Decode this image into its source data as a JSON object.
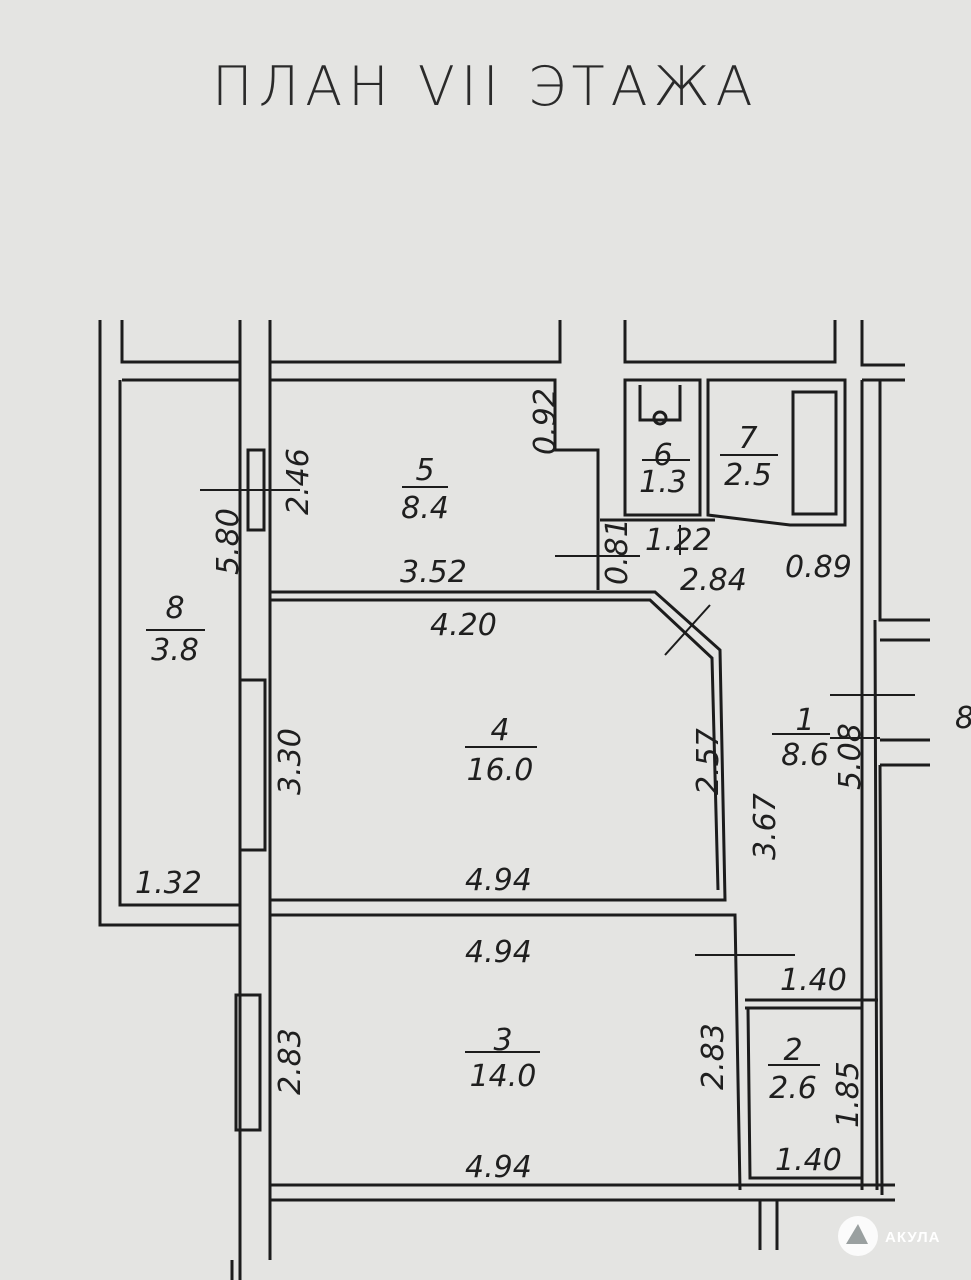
{
  "title": "ПЛАН VII ЭТАЖА",
  "rooms": [
    {
      "number": "1",
      "area": "8.6"
    },
    {
      "number": "2",
      "area": "2.6"
    },
    {
      "number": "3",
      "area": "14.0"
    },
    {
      "number": "4",
      "area": "16.0"
    },
    {
      "number": "5",
      "area": "8.4"
    },
    {
      "number": "6",
      "area": "1.3"
    },
    {
      "number": "7",
      "area": "2.5"
    },
    {
      "number": "8",
      "area": "3.8"
    }
  ],
  "dimensions": {
    "d092": "0.92",
    "d246": "2.46",
    "d580": "5.80",
    "d352": "3.52",
    "d081": "0.81",
    "d122": "1.22",
    "d284": "2.84",
    "d089": "0.89",
    "d420": "4.20",
    "d330": "3.30",
    "d257": "2.57",
    "d367": "3.67",
    "d508": "5.08",
    "d132": "1.32",
    "d494a": "4.94",
    "d494b": "4.94",
    "d140a": "1.40",
    "d283a": "2.83",
    "d283b": "2.83",
    "d185": "1.85",
    "d494c": "4.94",
    "d140b": "1.40"
  },
  "margin_mark": "8",
  "watermark": "АКУЛА"
}
